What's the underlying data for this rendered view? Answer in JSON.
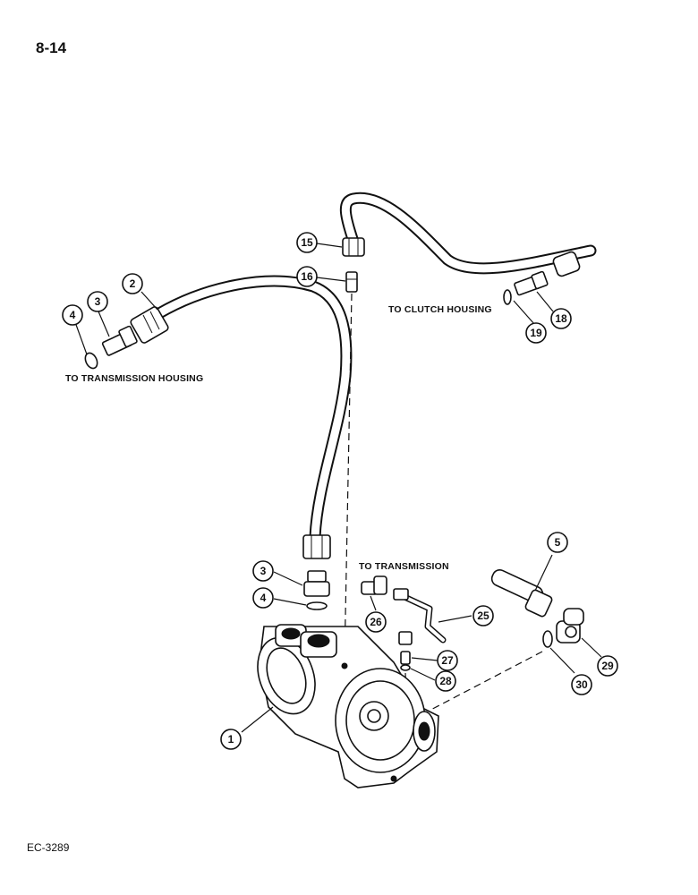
{
  "page": {
    "number": "8-14",
    "figure_id": "EC-3289"
  },
  "labels": {
    "transmission_housing": "TO TRANSMISSION HOUSING",
    "clutch_housing": "TO CLUTCH HOUSING",
    "transmission": "TO TRANSMISSION"
  },
  "callouts": {
    "c1": "1",
    "c2": "2",
    "c3a": "3",
    "c4a": "4",
    "c3b": "3",
    "c4b": "4",
    "c5": "5",
    "c15": "15",
    "c16": "16",
    "c18": "18",
    "c19": "19",
    "c25": "25",
    "c26": "26",
    "c27": "27",
    "c28": "28",
    "c29": "29",
    "c30": "30"
  }
}
